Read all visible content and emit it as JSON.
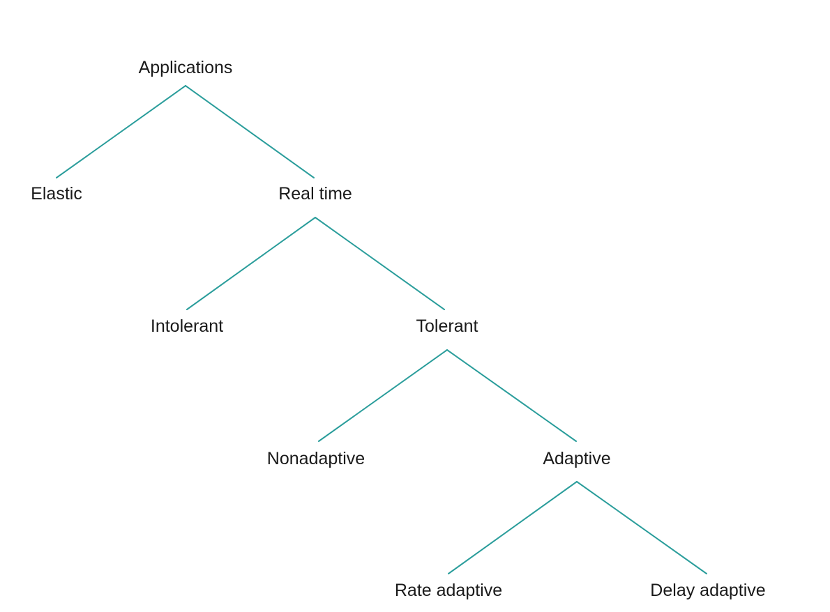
{
  "diagram": {
    "line_color": "#2a9d9b",
    "text_color": "#1a1a1a",
    "nodes": {
      "applications": "Applications",
      "elastic": "Elastic",
      "real_time": "Real time",
      "intolerant": "Intolerant",
      "tolerant": "Tolerant",
      "nonadaptive": "Nonadaptive",
      "adaptive": "Adaptive",
      "rate_adaptive": "Rate adaptive",
      "delay_adaptive": "Delay adaptive"
    },
    "edges": [
      [
        "applications",
        "elastic"
      ],
      [
        "applications",
        "real_time"
      ],
      [
        "real_time",
        "intolerant"
      ],
      [
        "real_time",
        "tolerant"
      ],
      [
        "tolerant",
        "nonadaptive"
      ],
      [
        "tolerant",
        "adaptive"
      ],
      [
        "adaptive",
        "rate_adaptive"
      ],
      [
        "adaptive",
        "delay_adaptive"
      ]
    ]
  }
}
